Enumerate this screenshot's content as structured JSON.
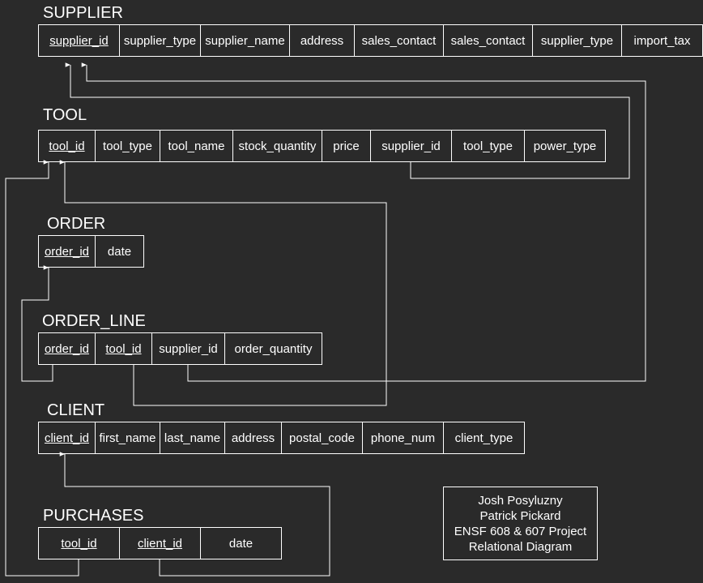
{
  "tables": {
    "supplier": {
      "title": "SUPPLIER",
      "columns": [
        "supplier_id",
        "supplier_type",
        "supplier_name",
        "address",
        "sales_contact",
        "sales_contact",
        "supplier_type",
        "import_tax"
      ]
    },
    "tool": {
      "title": "TOOL",
      "columns": [
        "tool_id",
        "tool_type",
        "tool_name",
        "stock_quantity",
        "price",
        "supplier_id",
        "tool_type",
        "power_type"
      ]
    },
    "order": {
      "title": "ORDER",
      "columns": [
        "order_id",
        "date"
      ]
    },
    "order_line": {
      "title": "ORDER_LINE",
      "columns": [
        "order_id",
        "tool_id",
        "supplier_id",
        "order_quantity"
      ]
    },
    "client": {
      "title": "CLIENT",
      "columns": [
        "client_id",
        "first_name",
        "last_name",
        "address",
        "postal_code",
        "phone_num",
        "client_type"
      ]
    },
    "purchases": {
      "title": "PURCHASES",
      "columns": [
        "tool_id",
        "client_id",
        "date"
      ]
    }
  },
  "note": {
    "lines": [
      "Josh Posyluzny",
      "Patrick Pickard",
      "ENSF 608 & 607 Project",
      "Relational Diagram"
    ]
  },
  "colors": {
    "background": "#2a2a2a",
    "line": "#ffffff",
    "text": "#ffffff"
  }
}
